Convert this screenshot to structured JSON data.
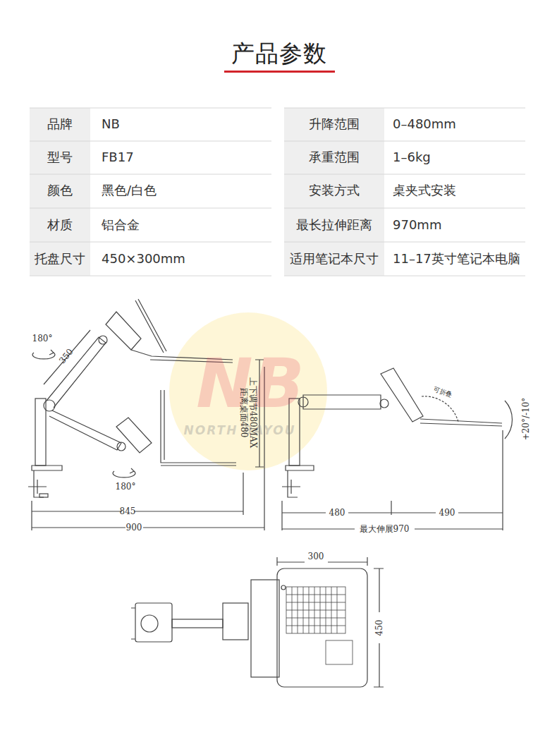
{
  "diagram": {
    "title": "产品参数",
    "labels": [
      "品牌",
      "NB",
      "升降范围",
      "0–480mm",
      "型号",
      "FB17",
      "承重范围",
      "1–6kg",
      "颜色",
      "黑色/白色",
      "安装方式",
      "桌夹式安装",
      "材质",
      "铝合金",
      "最长拉伸距离",
      "970mm",
      "托盘尺寸",
      "450×300mm",
      "适用笔记本尺寸",
      "11–17英寸笔记本电脑",
      "NB",
      "NORTH BAYOU",
      "180°",
      "350",
      "180°",
      "距离桌面480",
      "上下调节480MAX",
      "845",
      "900",
      "可折叠",
      "+20°/-10°",
      "480",
      "490",
      "最大伸展970",
      "300",
      "450"
    ]
  }
}
